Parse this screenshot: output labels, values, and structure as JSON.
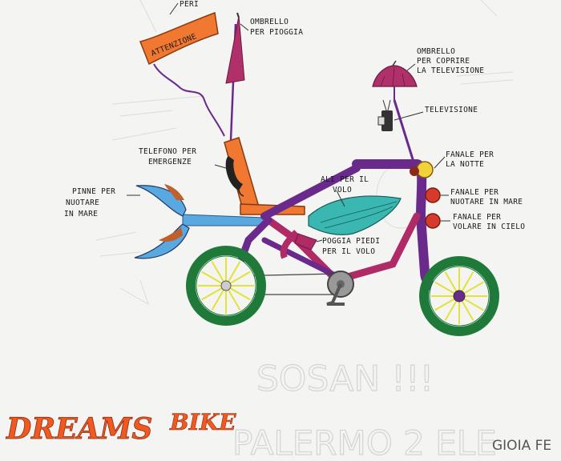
{
  "flag": {
    "text": "ATTENZIONE",
    "color": "#f07830"
  },
  "flag_top_text": "PERI",
  "labels": {
    "ombrello_pioggia": [
      "OMBRELLO",
      "PER PIOGGIA"
    ],
    "ombrello_tv": [
      "OMBRELLO",
      "PER COPRIRE",
      "LA TELEVISIONE"
    ],
    "televisione": [
      "TELEVISIONE"
    ],
    "telefono": [
      "TELEFONO PER",
      "EMERGENZE"
    ],
    "fanale_notte": [
      "FANALE PER",
      "LA NOTTE"
    ],
    "fanale_mare": [
      "FANALE PER",
      "NUOTARE IN MARE"
    ],
    "fanale_cielo": [
      "FANALE PER",
      "VOLARE IN CIELO"
    ],
    "pinne": [
      "PINNE PER",
      "NUOTARE",
      "IN MARE"
    ],
    "ali": [
      "ALI PER IL",
      "VOLO"
    ],
    "poggia": [
      "POGGIA PIEDI",
      "PER IL VOLO"
    ]
  },
  "title": {
    "word1": "DREAMS",
    "word2": "BIKE"
  },
  "background_scrawl": {
    "line1": "SOSAN !!!",
    "line2": "PALERMO 2 ELE"
  },
  "signature": "GIOIA FE",
  "colors": {
    "frame_purple": "#6a2a8c",
    "magenta": "#b02a66",
    "wheel_green": "#1f7a3a",
    "spoke_yellow": "#e2e23a",
    "seat_orange": "#f07830",
    "tail_blue": "#5aa8e0",
    "wing_teal": "#39b7b0",
    "umbrella_red": "#b0306a",
    "lamp_red": "#d53a2a",
    "lamp_yellow": "#f2d23a",
    "title_orange": "#f05a20"
  }
}
